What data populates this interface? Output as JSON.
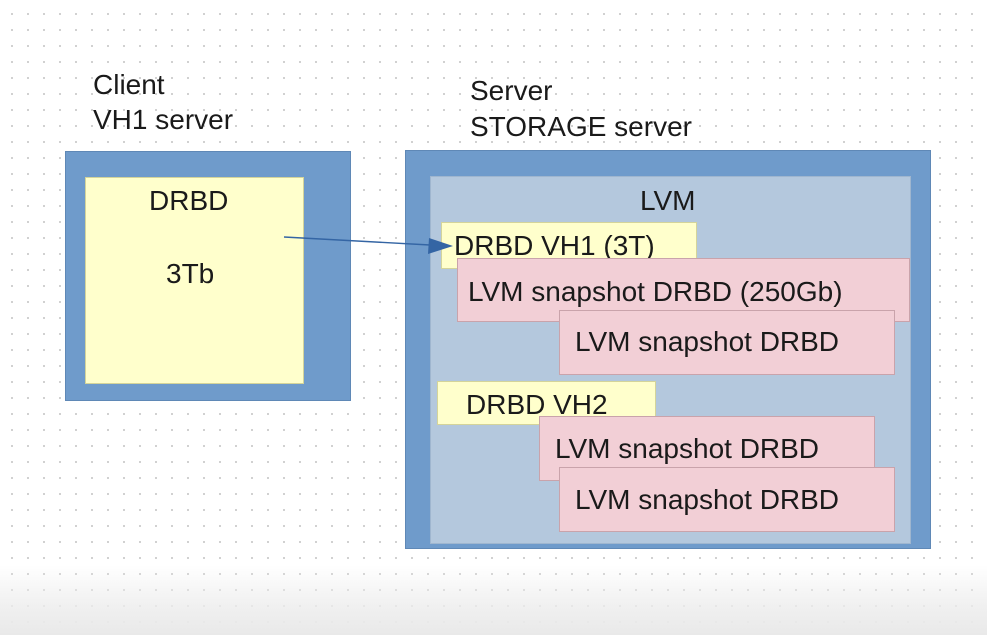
{
  "client": {
    "heading_line1": "Client",
    "heading_line2": "VH1 server",
    "drbd_title": "DRBD",
    "drbd_size": "3Tb"
  },
  "server": {
    "heading_line1": "Server",
    "heading_line2": "STORAGE server",
    "lvm_label": "LVM",
    "drbd_vh1": "DRBD VH1 (3T)",
    "snapshot_250": "LVM snapshot DRBD (250Gb)",
    "snapshot_vh1_2": "LVM snapshot DRBD",
    "drbd_vh2": "DRBD VH2",
    "snapshot_vh2_1": "LVM snapshot DRBD",
    "snapshot_vh2_2": "LVM snapshot DRBD"
  },
  "colors": {
    "outer_blue": "#6f9bcb",
    "lvm_blue": "#b4c8dd",
    "drbd_yellow": "#ffffcc",
    "snapshot_pink": "#f2cfd6",
    "arrow": "#3465a4"
  }
}
